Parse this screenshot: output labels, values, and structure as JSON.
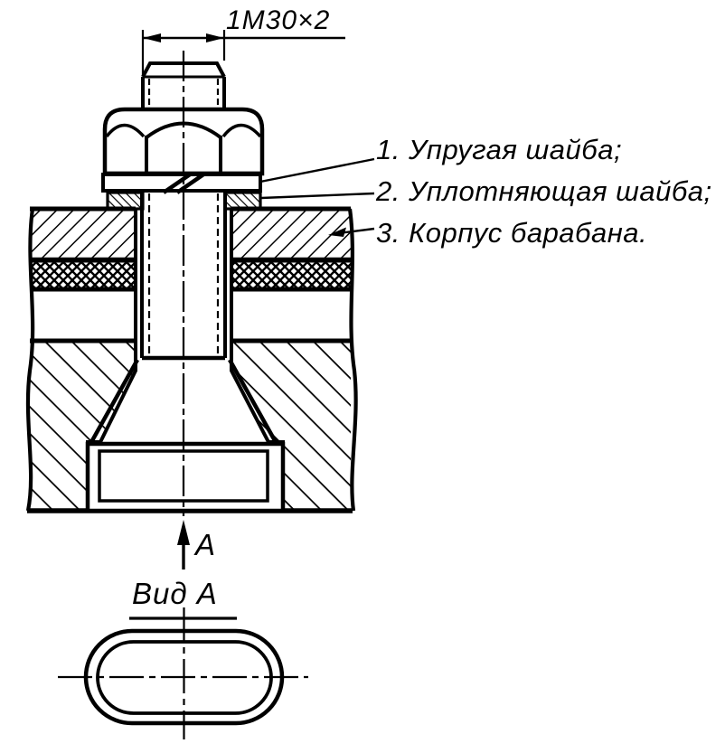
{
  "meta": {
    "paper_color": "#ffffff",
    "ink_color": "#000000",
    "drawing_type": "sectional assembly drawing with bottom view"
  },
  "dimension": {
    "label": "1М30×2"
  },
  "notes": {
    "items": [
      "1. Упругая шайба;",
      "2. Уплотняющая шайба;",
      "3. Корпус барабана."
    ]
  },
  "section_view": {
    "arrow_label": "А"
  },
  "bottom_view": {
    "title": "Вид А"
  }
}
